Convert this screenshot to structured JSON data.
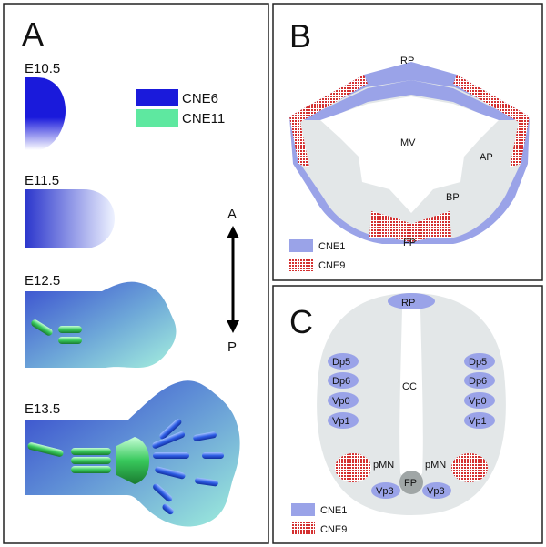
{
  "panel_a": {
    "letter": "A",
    "stages": [
      "E10.5",
      "E11.5",
      "E12.5",
      "E13.5"
    ],
    "legend": [
      {
        "label": "CNE6",
        "color": "#1a1adb"
      },
      {
        "label": "CNE11",
        "color": "#5ee8a0"
      }
    ],
    "axis_top": "A",
    "axis_bottom": "P"
  },
  "panel_b": {
    "letter": "B",
    "labels": {
      "rp": "RP",
      "mv": "MV",
      "ap": "AP",
      "bp": "BP",
      "fp": "FP"
    },
    "legend": [
      {
        "label": "CNE1",
        "color": "#9aa3e8",
        "pattern": "solid"
      },
      {
        "label": "CNE9",
        "color": "#d43030",
        "pattern": "dots"
      }
    ]
  },
  "panel_c": {
    "letter": "C",
    "labels": {
      "rp": "RP",
      "cc": "CC",
      "fp": "FP",
      "pmn_left": "pMN",
      "pmn_right": "pMN",
      "vp3_left": "Vp3",
      "vp3_right": "Vp3"
    },
    "left_domains": [
      "Dp5",
      "Dp6",
      "Vp0",
      "Vp1"
    ],
    "right_domains": [
      "Dp5",
      "Dp6",
      "Vp0",
      "Vp1"
    ],
    "legend": [
      {
        "label": "CNE1",
        "color": "#9aa3e8",
        "pattern": "solid"
      },
      {
        "label": "CNE9",
        "color": "#d43030",
        "pattern": "dots"
      }
    ]
  }
}
